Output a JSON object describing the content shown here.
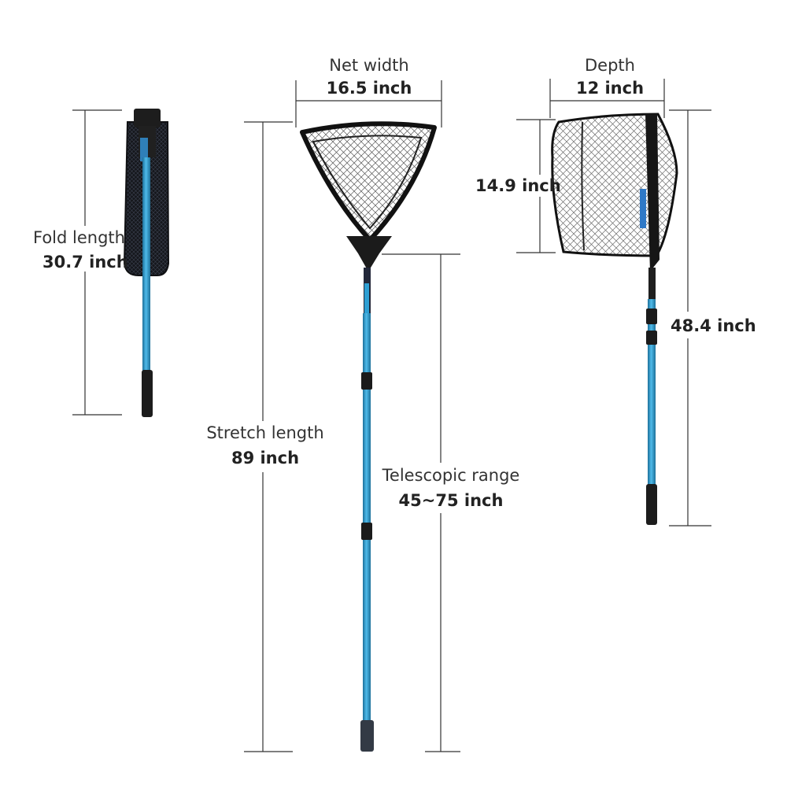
{
  "colors": {
    "pole": "#2f9fd3",
    "pole_dark": "#1c6f99",
    "net_frame": "#1a1a1a",
    "mesh": "#3a3a3a",
    "dimension_line": "#333333"
  },
  "folded": {
    "label": "Fold length",
    "value": "30.7 inch"
  },
  "extended": {
    "width_label": "Net width",
    "width_value": "16.5 inch",
    "stretch_label": "Stretch length",
    "stretch_value": "89 inch",
    "telescopic_label": "Telescopic range",
    "telescopic_value": "45~75 inch"
  },
  "side_view": {
    "depth_label": "Depth",
    "depth_value": "12 inch",
    "head_height_value": "14.9 inch",
    "total_value": "48.4 inch"
  }
}
